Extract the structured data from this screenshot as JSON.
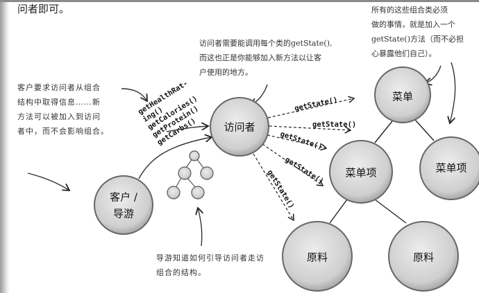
{
  "lead_text": "问者即可。",
  "notes": {
    "visitor": [
      "访问者需要能调用每个类的getState(),",
      "而这也正是你能够加入新方法以让客",
      "户使用的地方。"
    ],
    "composite": [
      "所有的这些组合类必须",
      "做的事情，就是加入一个",
      "getState()方法（而不必担",
      "心暴露他们自己）。"
    ],
    "client": [
      "客户要求访问者从组合",
      "结构中取得信息……新",
      "方法可以被加入到访问",
      "者中，而不会影响组合。"
    ],
    "guide": [
      "导游知道如何引导访问者走访",
      "组合的结构。"
    ]
  },
  "methods": [
    "getHealthRat-",
    "ing()",
    "getCalories()",
    "getProtein()",
    "getCarbs()"
  ],
  "nodes": {
    "visitor": "访问者",
    "client": [
      "客户 /",
      "导游"
    ],
    "menu": "菜单",
    "menu_item": "菜单项",
    "ingredient": "原料"
  },
  "call_label": "getState()",
  "colors": {
    "node_fill": "#d4d4d4",
    "node_stroke": "#777777",
    "ink": "#222222"
  }
}
